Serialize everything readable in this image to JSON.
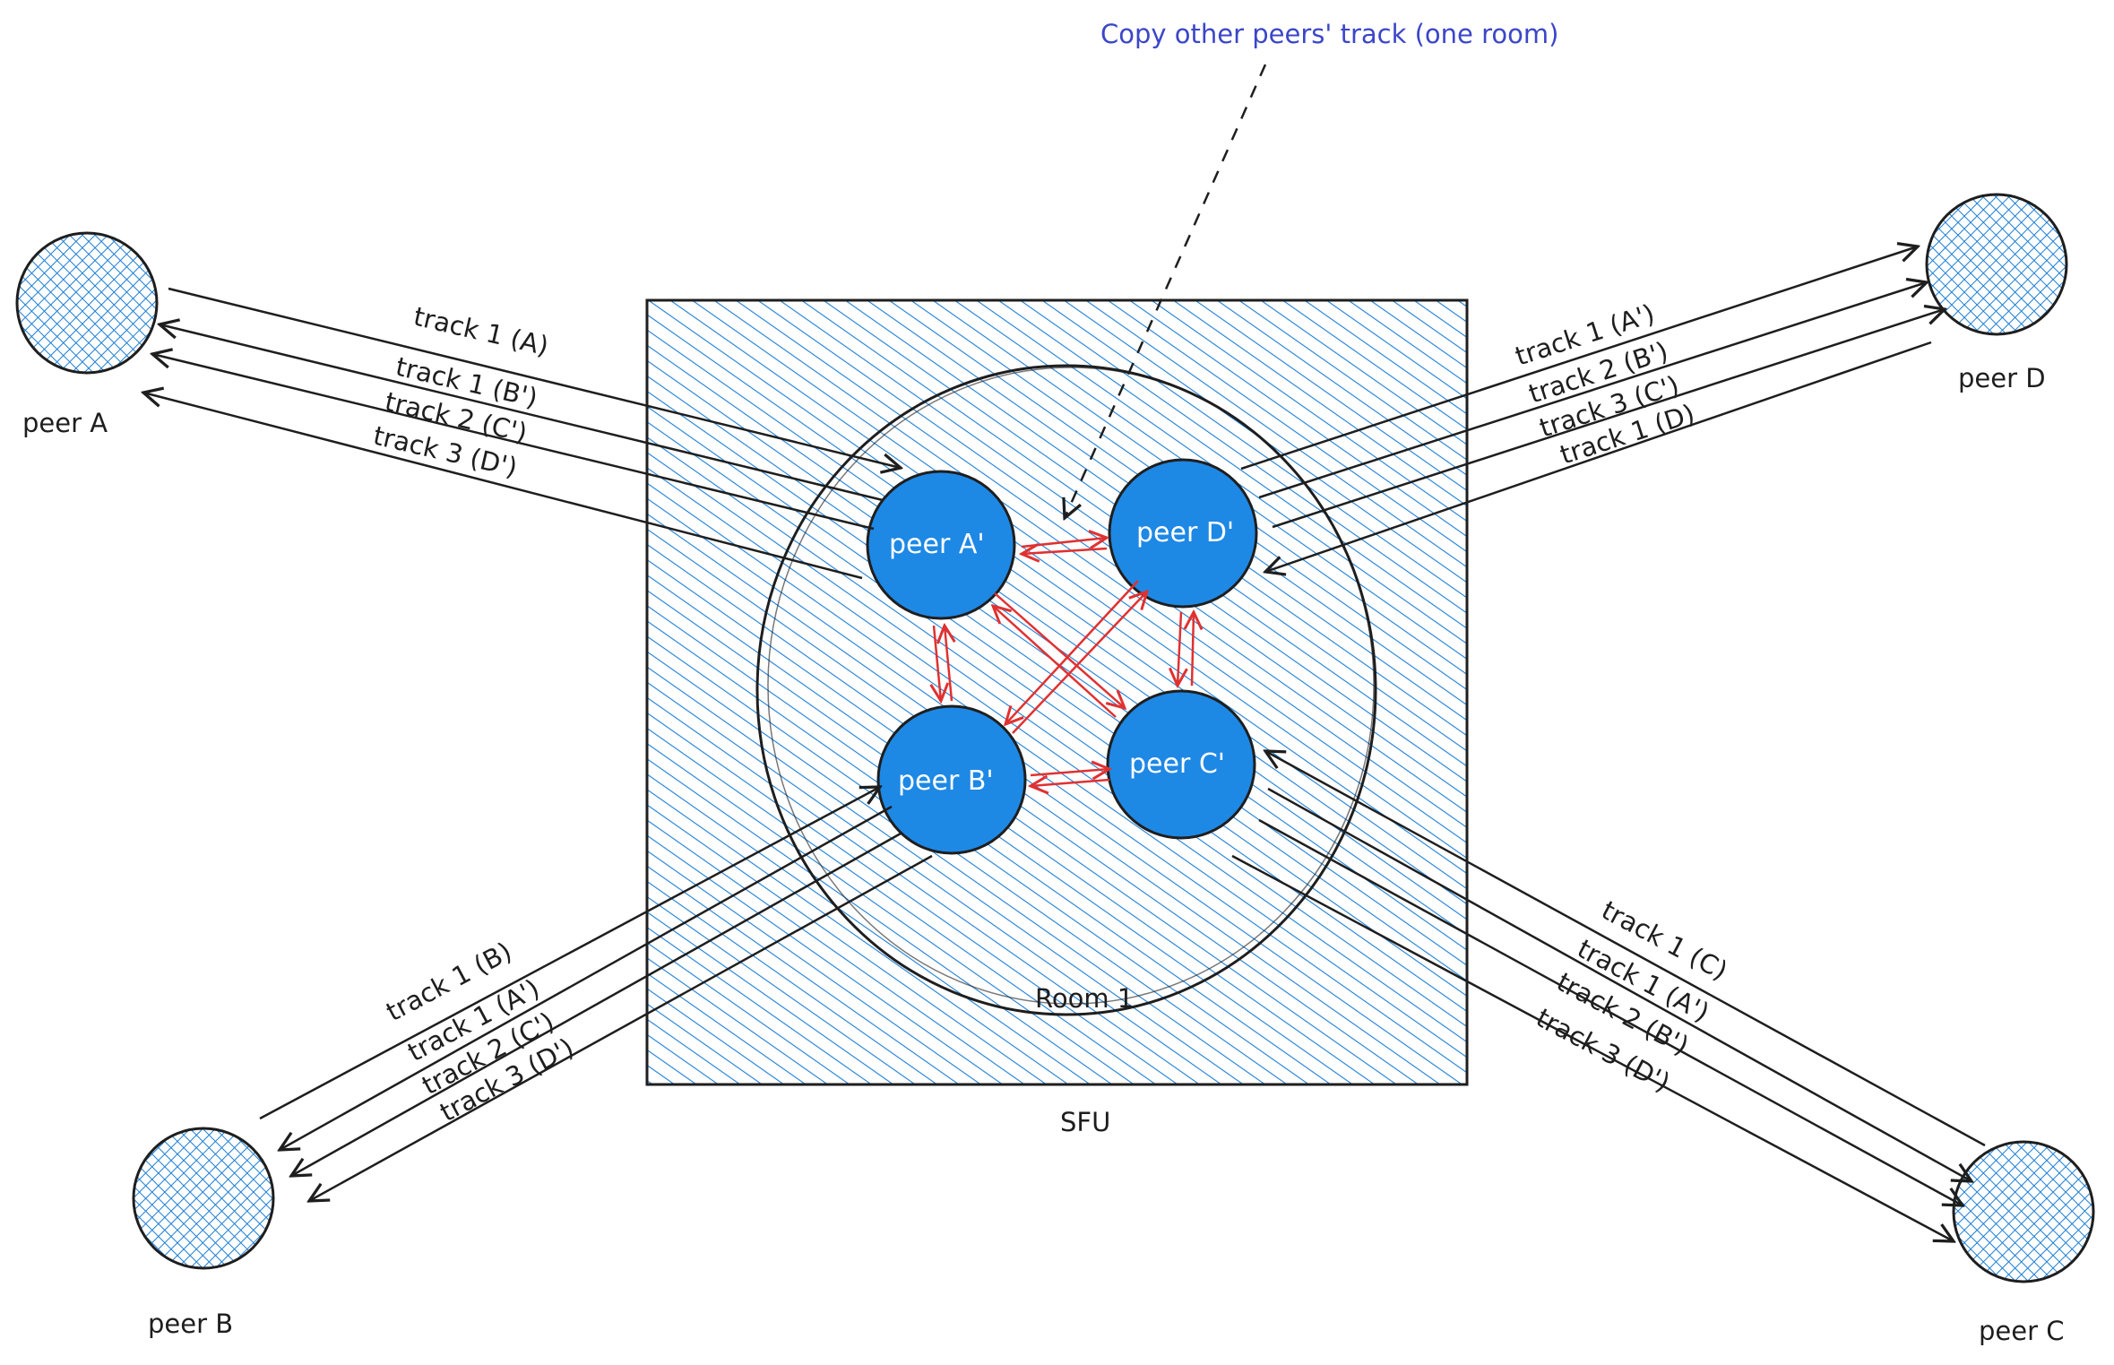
{
  "annotation": {
    "text": "Copy other peers' track (one room)",
    "color": "#3b46c8"
  },
  "sfu": {
    "label": "SFU",
    "fill_color": "#1c7ed6"
  },
  "room": {
    "label": "Room 1"
  },
  "inner_peers": {
    "a": "peer A'",
    "b": "peer B'",
    "c": "peer C'",
    "d": "peer D'",
    "fill_color": "#1e88e5"
  },
  "outer_peers": {
    "a": "peer A",
    "b": "peer B",
    "c": "peer C",
    "d": "peer D",
    "fill_color": "#4a9ee8"
  },
  "tracks": {
    "a": [
      "track 1 (A)",
      "track 1 (B')",
      "track 2 (C')",
      "track 3 (D')"
    ],
    "d": [
      "track 1 (A')",
      "track 2 (B')",
      "track 3 (C')",
      "track 1 (D)"
    ],
    "b": [
      "track 1 (B)",
      "track 1 (A')",
      "track 2 (C')",
      "track 3 (D')"
    ],
    "c": [
      "track 1 (C)",
      "track 1 (A')",
      "track 2 (B')",
      "track 3 (D')"
    ]
  },
  "colors": {
    "stroke": "#1e1e1e",
    "copy_arrows": "#e03131"
  }
}
